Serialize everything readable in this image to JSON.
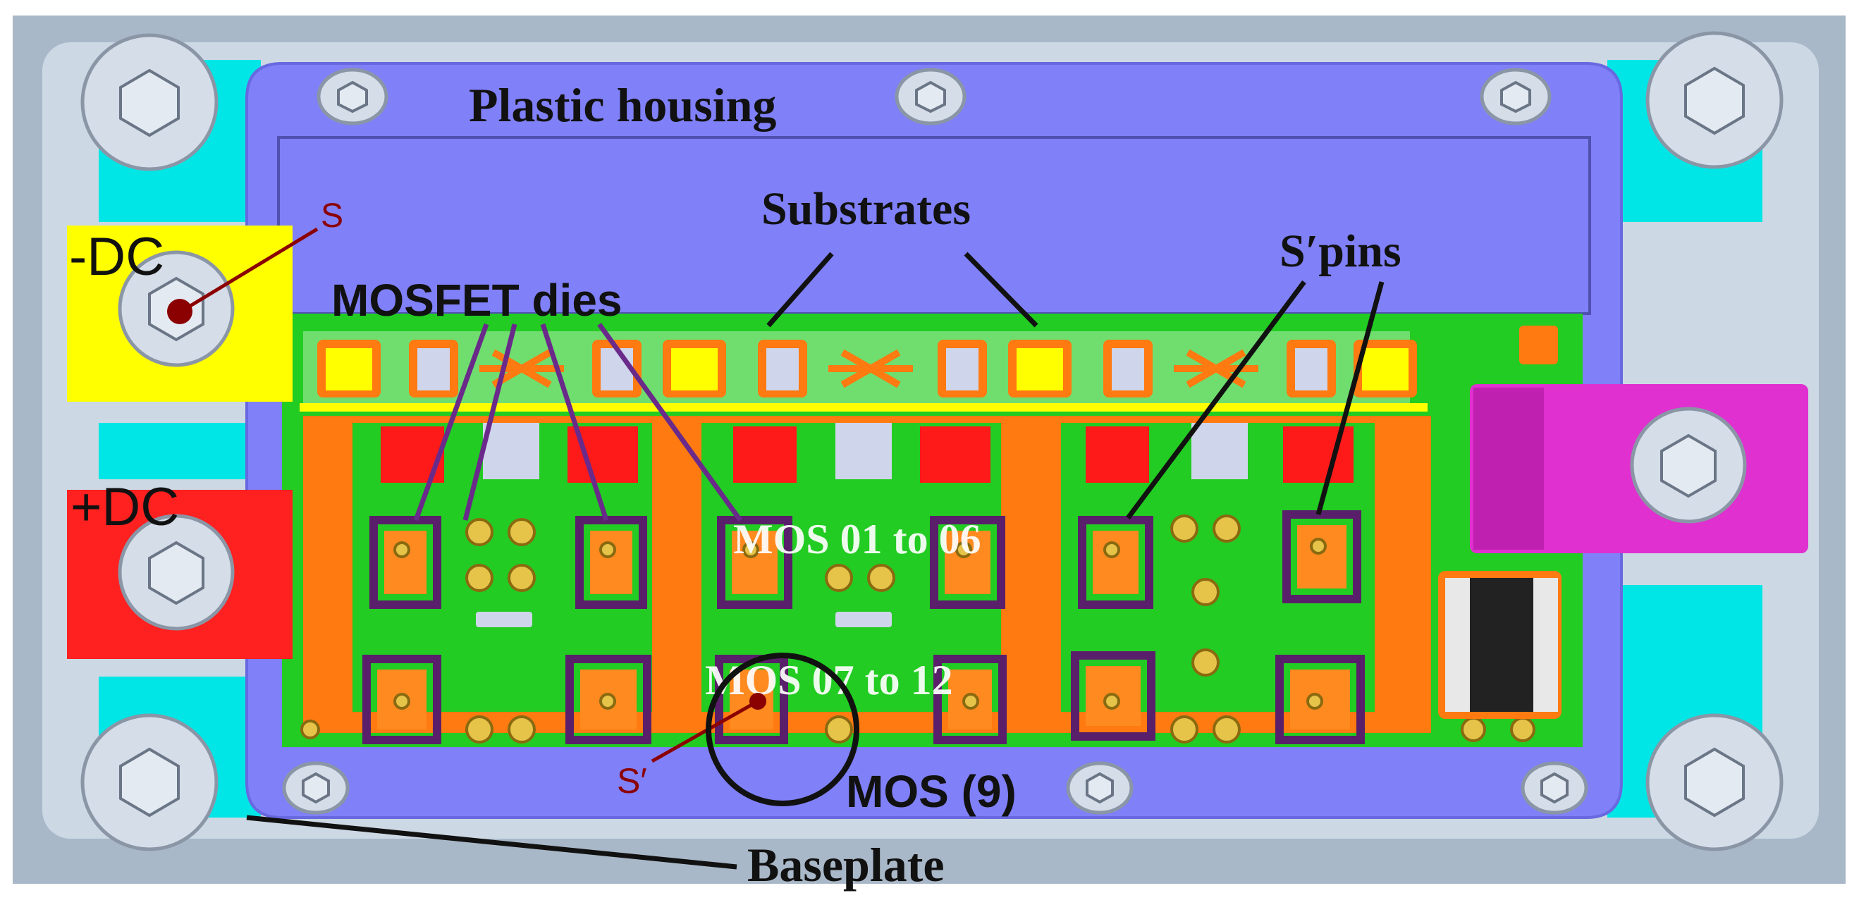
{
  "labels": {
    "plastic_housing": "Plastic housing",
    "substrates": "Substrates",
    "s_pins": "S′pins",
    "mosfet_dies": "MOSFET dies",
    "minus_dc": "-DC",
    "plus_dc": "+DC",
    "s": "S",
    "s_prime": "S′",
    "mos_9": "MOS (9)",
    "baseplate": "Baseplate",
    "mos_top_row": "MOS 01 to 06",
    "mos_bottom_row": "MOS 07 to 12"
  },
  "colors": {
    "background": "#a9b8c8",
    "baseplate": "#ccd8e4",
    "housing": "#8080f8",
    "housing_dark": "#6868e0",
    "cyan": "#00e6e6",
    "substrate_green": "#22cc22",
    "copper_orange": "#ff7a10",
    "red_pad": "#ff1a1a",
    "yellow": "#ffff00",
    "terminal_red": "#ff2020",
    "magenta": "#e030d0",
    "chip": "#cfd5ea",
    "die_box": "#5a1f6a",
    "leader_purple": "#6a2a8a",
    "annotation_red": "#8b0000",
    "text": "#111111",
    "white_text": "#ffffff"
  }
}
